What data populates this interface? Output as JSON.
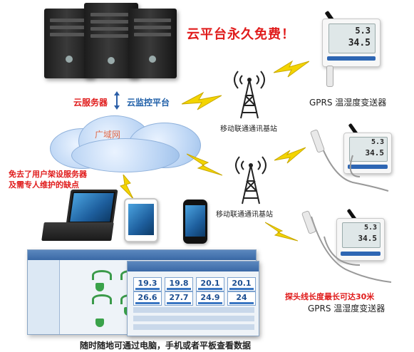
{
  "headline": "云平台永久免费！",
  "server_label": "云服务器",
  "platform_label": "云监控平台",
  "network_label": "广域网",
  "base_station_top": "移动联通通讯基站",
  "base_station_bottom": "移动联通通讯基站",
  "gprs_top": "GPRS 温湿度变送器",
  "gprs_bottom": "GPRS 温湿度变送器",
  "drawback_line1": "免去了用户架设服务器",
  "drawback_line2": "及需专人维护的缺点",
  "probe_note": "探头线长度最长可达30米",
  "caption": "随时随地可通过电脑，手机或者平板查看数据",
  "sensor_readings": [
    {
      "temp": "5.3",
      "hum": "34.5"
    },
    {
      "temp": "5.3",
      "hum": "34.5"
    },
    {
      "temp": "5.3",
      "hum": "34.5"
    }
  ],
  "dashboard_values": {
    "row1": [
      "19.3",
      "19.8",
      "20.1",
      "20.1"
    ],
    "row2": [
      "26.6",
      "27.7",
      "24.9",
      "24"
    ]
  },
  "colors": {
    "accent_red": "#e01b1b",
    "bolt_yellow": "#f3d400",
    "network_blue": "#1f5fa8"
  }
}
